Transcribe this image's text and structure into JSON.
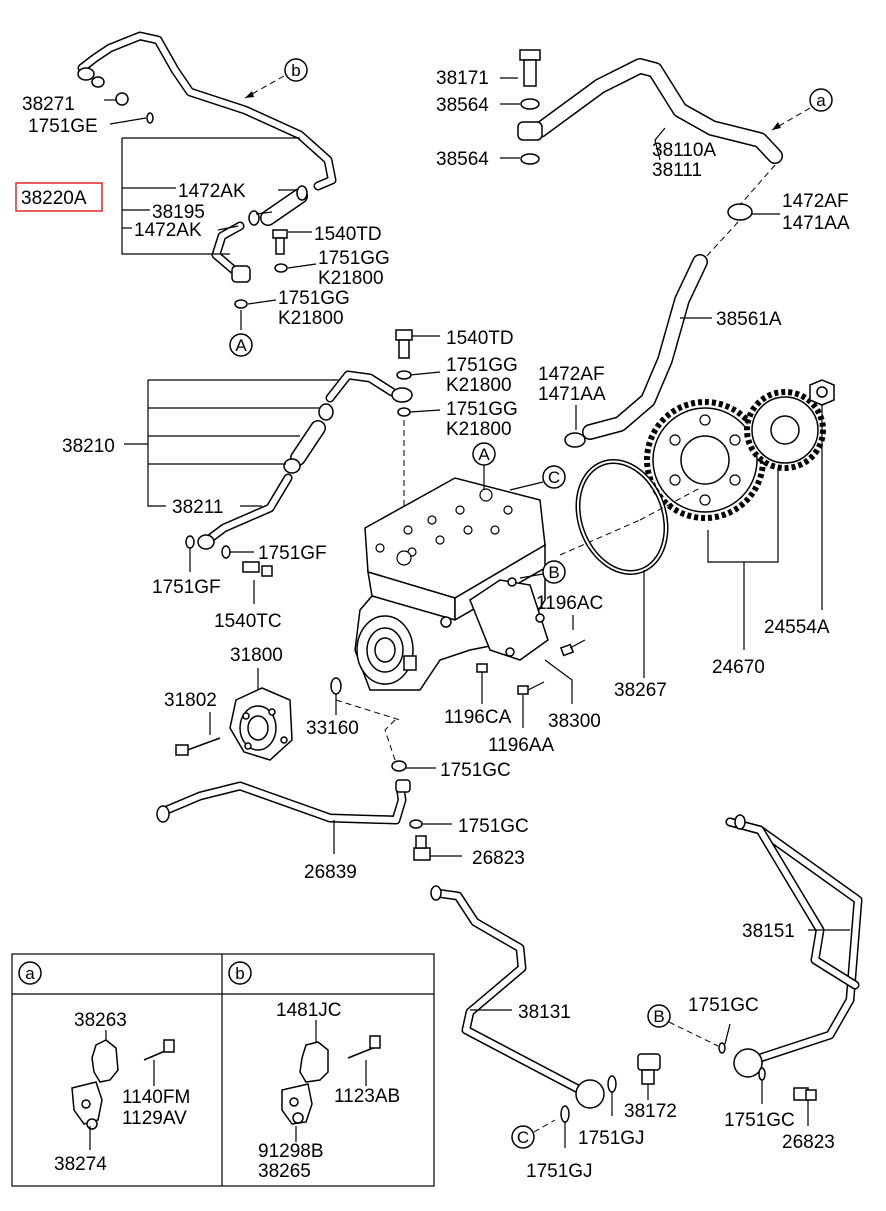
{
  "highlight_color": "#e8262a",
  "callout_letters": {
    "a": "a",
    "b": "b",
    "A": "A",
    "B": "B",
    "C": "C"
  },
  "labels": {
    "p38271": "38271",
    "p1751GE": "1751GE",
    "p38220A": "38220A",
    "p1472AK_1": "1472AK",
    "p38195": "38195",
    "p1472AK_2": "1472AK",
    "p1540TD_1": "1540TD",
    "p1751GG_1": "1751GG",
    "pK21800_1": "K21800",
    "p1751GG_2": "1751GG",
    "pK21800_2": "K21800",
    "p38171": "38171",
    "p38564_1": "38564",
    "p38564_2": "38564",
    "p38110A": "38110A",
    "p38111": "38111",
    "p1472AF_1": "1472AF",
    "p1471AA_1": "1471AA",
    "p38561A": "38561A",
    "p1540TD_2": "1540TD",
    "p1751GG_3": "1751GG",
    "pK21800_3": "K21800",
    "p1751GG_4": "1751GG",
    "pK21800_4": "K21800",
    "p1472AF_2": "1472AF",
    "p1471AA_2": "1471AA",
    "p38210": "38210",
    "p38211": "38211",
    "p1751GF_1": "1751GF",
    "p1751GF_2": "1751GF",
    "p1540TC": "1540TC",
    "p1196AC": "1196AC",
    "p24554A": "24554A",
    "p24670": "24670",
    "p38267": "38267",
    "p31800": "31800",
    "p31802": "31802",
    "p33160": "33160",
    "p1196CA": "1196CA",
    "p38300": "38300",
    "p1196AA": "1196AA",
    "p1751GC_1": "1751GC",
    "p1751GC_2": "1751GC",
    "p26823_1": "26823",
    "p26839": "26839",
    "p38151": "38151",
    "p38131": "38131",
    "p1751GC_3": "1751GC",
    "p38172": "38172",
    "p1751GJ_1": "1751GJ",
    "p1751GJ_2": "1751GJ",
    "p1751GC_4": "1751GC",
    "p26823_2": "26823"
  },
  "detail_box": {
    "a_parts": {
      "p38263": "38263",
      "p1140FM": "1140FM",
      "p1129AV": "1129AV",
      "p38274": "38274"
    },
    "b_parts": {
      "p1481JC": "1481JC",
      "p1123AB": "1123AB",
      "p91298B": "91298B",
      "p38265": "38265"
    }
  },
  "icons": [
    "bolt-icon",
    "washer-icon",
    "hose-clamp-icon",
    "gear-icon",
    "air-compressor-icon",
    "pipe-icon",
    "clip-icon"
  ]
}
